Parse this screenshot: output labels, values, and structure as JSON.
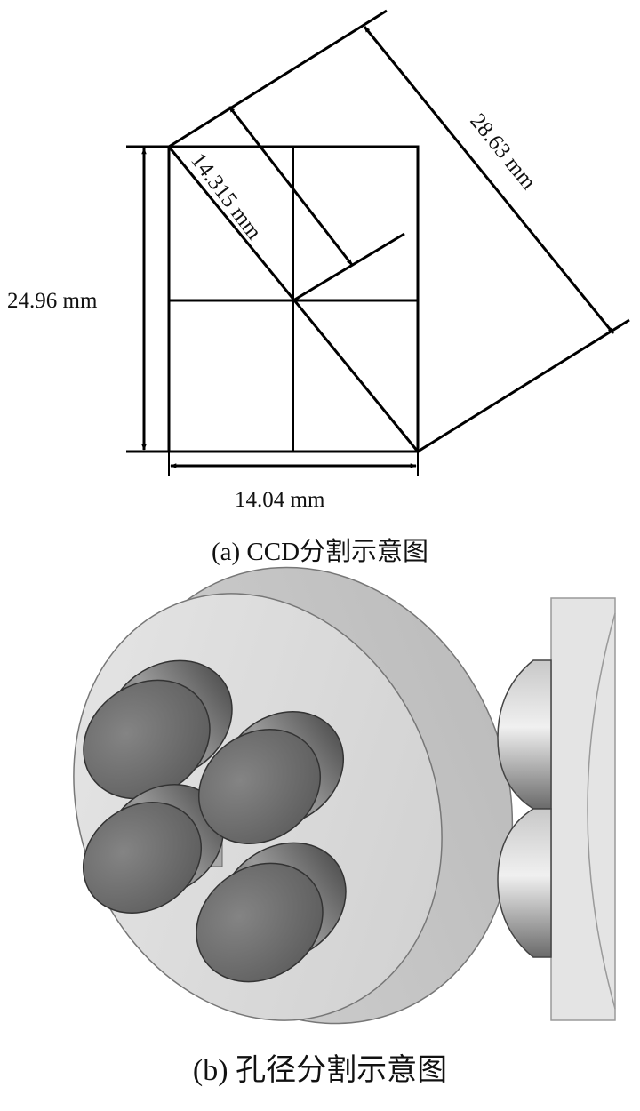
{
  "dimensions": {
    "height_label": "24.96 mm",
    "width_label": "14.04 mm",
    "half_diagonal_label": "14.315 mm",
    "diagonal_label": "28.63 mm"
  },
  "captions": {
    "a": "(a) CCD分割示意图",
    "b": "(b) 孔径分割示意图"
  },
  "colors": {
    "line": "#000000",
    "lens_dark": "#6f6f6f",
    "disc_light": "#dcdcdc"
  }
}
